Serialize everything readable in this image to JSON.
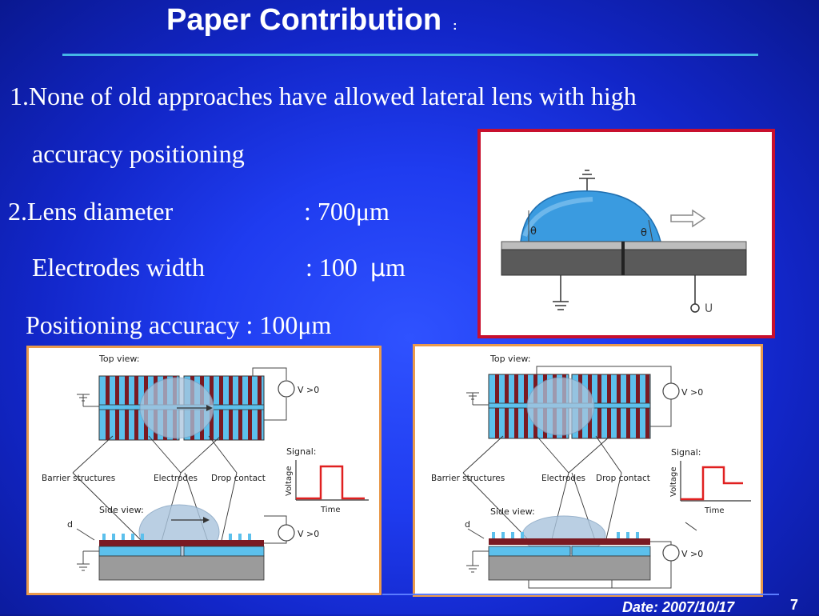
{
  "slide": {
    "title": "Paper Contribution",
    "title_colon": ":",
    "point1_line1": "1.None of old approaches have allowed lateral lens with high",
    "point1_line2": "accuracy positioning",
    "point2_label": "2.Lens diameter",
    "point2_value": ": 700μm",
    "electrodes_label": "Electrodes width",
    "electrodes_value_prefix": ": 100",
    "electrodes_value_mu": "μ",
    "electrodes_value_unit": "m",
    "positioning_text": "Positioning accuracy :  100μm"
  },
  "figure_droplet": {
    "theta_left": "θ",
    "theta_right": "θ",
    "voltage_label": "U"
  },
  "figure_left": {
    "top_view": "Top view:",
    "voltage_top": "V >0",
    "signal": "Signal:",
    "voltage_axis": "Voltage",
    "time_axis": "Time",
    "barrier": "Barrier structures",
    "electrodes": "Electrodes",
    "drop_contact": "Drop contact",
    "side_view": "Side view:",
    "d": "d",
    "voltage_side": "V >0"
  },
  "figure_right": {
    "top_view": "Top view:",
    "voltage_top": "V >0",
    "signal": "Signal:",
    "voltage_axis": "Voltage",
    "time_axis": "Time",
    "barrier": "Barrier structures",
    "electrodes": "Electrodes",
    "drop_contact": "Drop contact",
    "side_view": "Side view:",
    "d": "d",
    "voltage_side": "V >0"
  },
  "footer": {
    "date": "Date: 2007/10/17",
    "page": "7"
  },
  "colors": {
    "background": "#1f3cf0",
    "title_rule": "#45b6e6",
    "frame_red": "#c8102e",
    "frame_orange": "#e99a4c",
    "electrode": "#7a1a22",
    "water": "#4aa8e0",
    "signal": "#e02020"
  }
}
